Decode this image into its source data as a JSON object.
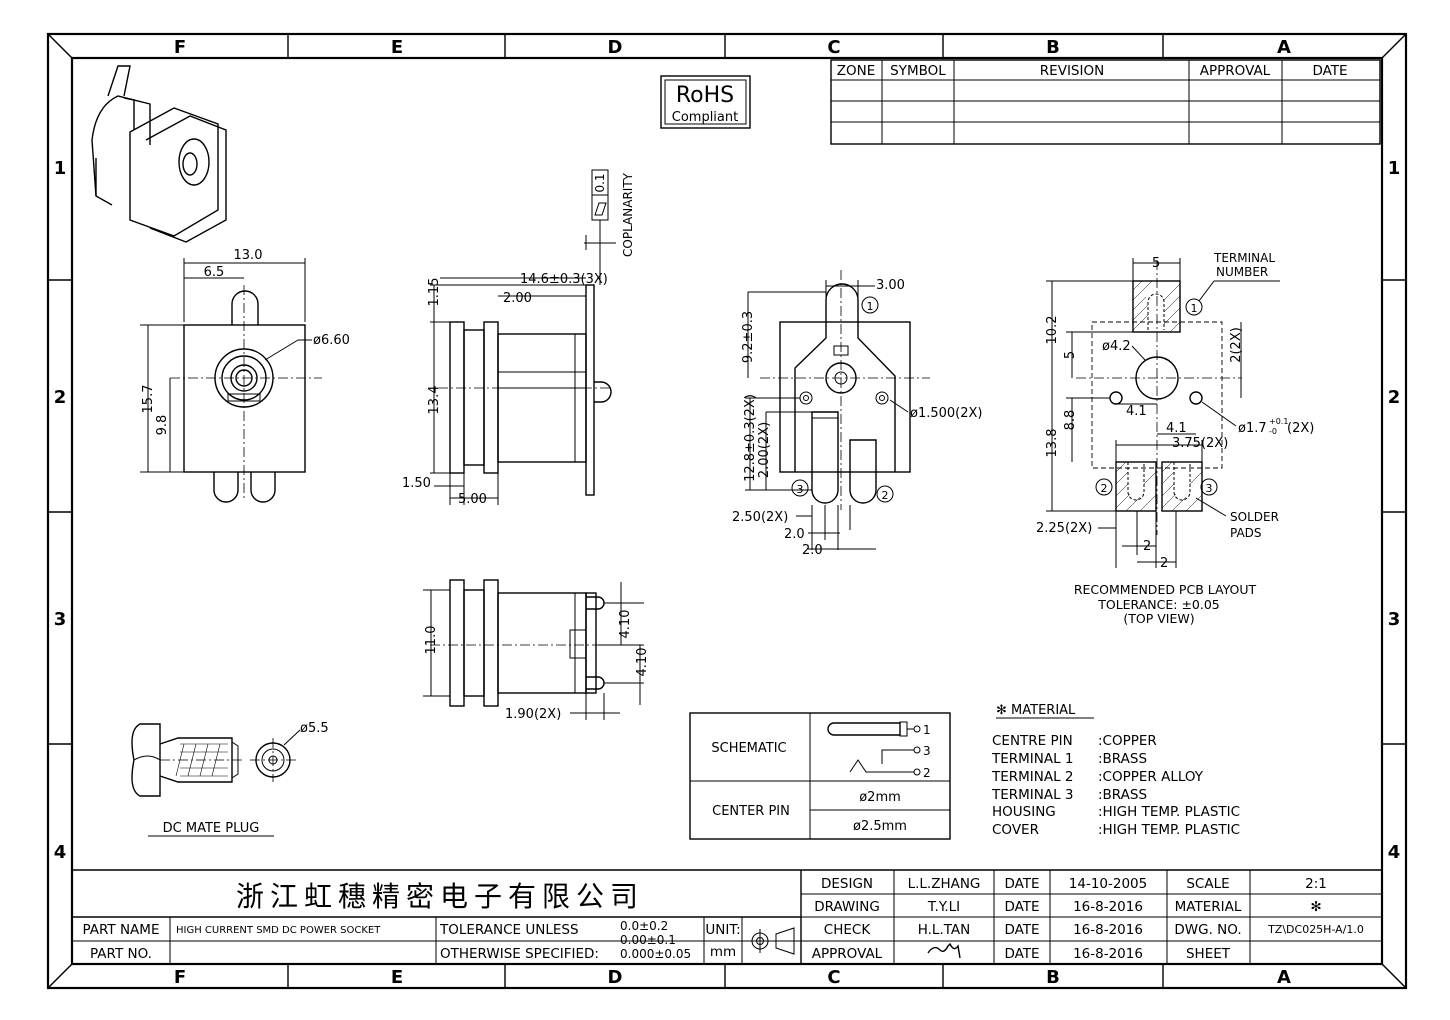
{
  "frame": {
    "cols": [
      "F",
      "E",
      "D",
      "C",
      "B",
      "A"
    ],
    "rows": [
      "1",
      "2",
      "3",
      "4"
    ]
  },
  "rohs": {
    "title": "RoHS",
    "subtitle": "Compliant"
  },
  "revision": {
    "headers": [
      "ZONE",
      "SYMBOL",
      "REVISION",
      "APPROVAL",
      "DATE"
    ]
  },
  "side_view": {
    "d_14_6": "14.6±0.3(3X)",
    "d_2_00": "2.00",
    "d_1_15": "1.15",
    "d_13_4": "13.4",
    "d_1_50": "1.50",
    "d_5_00": "5.00",
    "coplanarity": "COPLANARITY",
    "tol_value": "0.1"
  },
  "front_view": {
    "d_13_0": "13.0",
    "d_6_5": "6.5",
    "d_6_60": "ø6.60",
    "d_15_7": "15.7",
    "d_9_8": "9.8"
  },
  "back_view": {
    "d_3_00": "3.00",
    "d_9_2": "9.2±0.3",
    "d_1_500": "ø1.500(2X)",
    "d_12_8": "12.8±0.3(2X)",
    "d_2_00": "2.00(2X)",
    "d_2_50": "2.50(2X)",
    "d_2_0a": "2.0",
    "d_2_0b": "2.0",
    "t1": "1",
    "t2": "2",
    "t3": "3"
  },
  "pcb": {
    "d_5": "5",
    "terminal_number": "TERMINAL",
    "terminal_number2": "NUMBER",
    "d_10_2": "10.2",
    "d_5v": "5",
    "d_4_2": "ø4.2",
    "d_2_2x": "2(2X)",
    "d_8_8": "8.8",
    "d_4_1a": "4.1",
    "d_4_1b": "4.1",
    "d_1_7": "ø1.7",
    "d_1_7_tol_up": "+0.1",
    "d_1_7_tol_dn": "-0",
    "d_1_7_suffix": "(2X)",
    "d_13_8": "13.8",
    "d_3_75": "3.75(2X)",
    "d_2_25": "2.25(2X)",
    "d_2a": "2",
    "d_2b": "2",
    "solder": "SOLDER",
    "pads": "PADS",
    "caption1": "RECOMMENDED PCB LAYOUT",
    "caption2": "TOLERANCE: ±0.05",
    "caption3": "(TOP VIEW)",
    "t1": "1",
    "t2": "2",
    "t3": "3"
  },
  "bottom_view": {
    "d_11_0": "11.0",
    "d_4_10a": "4.10",
    "d_4_10b": "4.10",
    "d_1_90": "1.90(2X)"
  },
  "plug": {
    "d_5_5": "ø5.5",
    "caption": "DC MATE PLUG"
  },
  "schematic": {
    "schematic_label": "SCHEMATIC",
    "center_pin_label": "CENTER PIN",
    "pin1": "ø2mm",
    "pin2": "ø2.5mm",
    "n1": "1",
    "n2": "2",
    "n3": "3"
  },
  "material": {
    "title": "✻ MATERIAL",
    "rows": [
      {
        "name": "CENTRE PIN",
        "value": ":COPPER"
      },
      {
        "name": "TERMINAL 1",
        "value": ":BRASS"
      },
      {
        "name": "TERMINAL 2",
        "value": ":COPPER ALLOY"
      },
      {
        "name": "TERMINAL 3",
        "value": ":BRASS"
      },
      {
        "name": "HOUSING",
        "value": ":HIGH TEMP. PLASTIC"
      },
      {
        "name": "COVER",
        "value": ":HIGH TEMP. PLASTIC"
      }
    ]
  },
  "title_block": {
    "company": "浙江虹穗精密电子有限公司",
    "part_name_label": "PART NAME",
    "part_name": "HIGH CURRENT SMD DC POWER SOCKET",
    "part_no_label": "PART NO.",
    "tol_line1": "TOLERANCE UNLESS",
    "tol_line2": "OTHERWISE SPECIFIED:",
    "tol_v1": "0.0±0.2",
    "tol_v2": "0.00±0.1",
    "tol_v3": "0.000±0.05",
    "unit_label": "UNIT:",
    "unit": "mm",
    "rows": [
      {
        "role": "DESIGN",
        "name": "L.L.ZHANG",
        "date_label": "DATE",
        "date": "14-10-2005",
        "key": "SCALE",
        "value": "2:1"
      },
      {
        "role": "DRAWING",
        "name": "T.Y.LI",
        "date_label": "DATE",
        "date": "16-8-2016",
        "key": "MATERIAL",
        "value": "✻"
      },
      {
        "role": "CHECK",
        "name": "H.L.TAN",
        "date_label": "DATE",
        "date": "16-8-2016",
        "key": "DWG. NO.",
        "value": "TZ\\DC025H-A/1.0"
      },
      {
        "role": "APPROVAL",
        "name": "",
        "date_label": "DATE",
        "date": "16-8-2016",
        "key": "SHEET",
        "value": ""
      }
    ]
  }
}
